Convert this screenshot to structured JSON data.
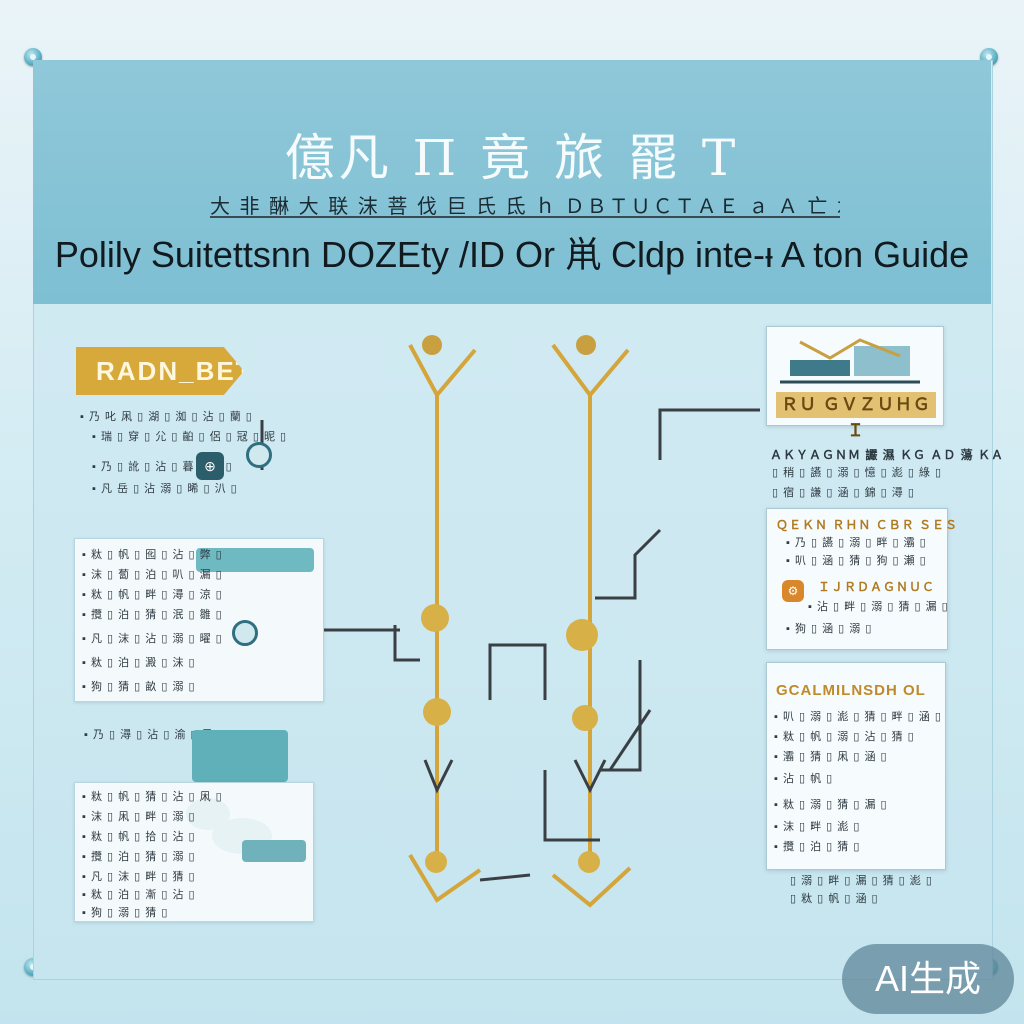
{
  "header": {
    "title": "億凡 Π 竟 旅 罷 Τ",
    "subtitle_cn": "大 非 醂 大 联 沫 菩 伐 巨 氏 氐   ｈ ＤＢＴＵＣＴＡＥ ａ   Ａ 亡 水 残 濾 鍍 瀬 疷",
    "subtitle_en": "Polily Suitettsnn DOZEty /ID Or 鼡 Cldp inte-ᵼ A ton Guide"
  },
  "left": {
    "tag": "RADN_BETA",
    "block1": [
      "▪ 乃 叱 凩 ▯ 湖 ▯ 洳 ▯ 沾 ▯ 蘭 ▯",
      "▪ 瑞 ▯ 穿 ▯ 尣 ▯ 齨 ▯ 侶 ▯ 冦 ▯ 昵 ▯",
      "▪ 乃 ▯ 訛 ▯ 沾 ▯ 暮 ▯ 骸 ▯",
      "▪ 凡 岳 ▯ 沾 溺 ▯ 晞 ▯ 汃 ▯"
    ],
    "card1": [
      "▪ 粏 ▯ 帆 ▯ 囮 ▯ 沾 ▯ 弊 ▯",
      "▪ 沫 ▯ 蔔 ▯ 泊 ▯ 叭 ▯ 漏 ▯",
      "▪ 粏 ▯ 帆 ▯ 畔 ▯ 潯 ▯ 涼 ▯",
      "▪ 攬 ▯ 泊 ▯ 猜 ▯ 泯 ▯ 雛 ▯",
      "▪ 凡 ▯ 沫 ▯ 沾 ▯ 溺 ▯ 曜 ▯",
      "▪ 粏 ▯ 泊 ▯ 澱 ▯ 沫 ▯",
      "▪ 狗 ▯ 猜 ▯ 畝 ▯ 溺 ▯"
    ],
    "block2": [
      "▪ 乃 ▯ 潯 ▯ 沾 ▯ 渝 ▯ 凩 ▯"
    ],
    "card2": [
      "▪ 粏 ▯ 帆 ▯ 猜 ▯ 沾 ▯ 凩 ▯",
      "▪ 沫 ▯ 凩 ▯ 畔 ▯ 溺 ▯",
      "▪ 粏 ▯ 帆 ▯ 拾 ▯ 沾 ▯",
      "▪ 攬 ▯ 泊 ▯ 猜 ▯ 溺 ▯",
      "▪ 凡 ▯ 沫 ▯ 畔 ▯ 猜 ▯",
      "▪ 粏 ▯ 泊 ▯ 漸 ▯ 沾 ▯",
      "▪ 狗 ▯ 溺 ▯ 猜 ▯"
    ]
  },
  "right": {
    "gold_label": "ＲＵ ＧＶＺＵＨＧＩ",
    "card_a_head": "ＡＫＹＡＧＮＭ 讝 濕 ＫＧ ＡＤ 蕩 ＫＡ",
    "card_a_lines": [
      "▯ 稍 ▯ 讌 ▯ 溺 ▯ 憶 ▯ 滮 ▯ 綠 ▯",
      "▯ 宿 ▯ 謙 ▯ 涵 ▯ 錦 ▯ 潯 ▯"
    ],
    "card_b_head": "ＱＥＫＮ ＲＨＮ ＣＢＲ ＳＥＳ",
    "card_b_lines": [
      "▪ 乃 ▯ 讌 ▯ 溺 ▯ 畔 ▯ 灞 ▯",
      "▪ 叭 ▯ 涵 ▯ 猜 ▯ 狗 ▯ 瀬 ▯"
    ],
    "card_b_sub": "ＩＪＲＤＡＧＮＵＣ",
    "card_b_lines2": [
      "▪ 沾 ▯ 畔 ▯ 溺 ▯ 猜 ▯ 漏 ▯",
      "▪ 狗 ▯ 涵 ▯ 溺 ▯"
    ],
    "card_c_head": "GCALMILNSDH OL",
    "card_c_lines": [
      "▪ 叭 ▯ 溺 ▯ 滮 ▯ 猜 ▯ 畔 ▯ 涵 ▯",
      "▪ 粏 ▯ 帆 ▯ 溺 ▯ 沾 ▯ 猜 ▯",
      "▪ 灞 ▯ 猜 ▯ 凩 ▯ 涵 ▯",
      "▪ 沾 ▯ 帆 ▯",
      "▪ 粏 ▯ 溺 ▯ 猜 ▯ 漏 ▯",
      "▪ 沫 ▯ 畔 ▯ 滮 ▯",
      "▪ 攬 ▯ 泊 ▯ 猜 ▯"
    ],
    "footer_lines": [
      "▯ 溺 ▯ 畔 ▯ 漏 ▯ 猜 ▯ 滮 ▯",
      "▯ 粏 ▯ 帆 ▯ 涵 ▯"
    ]
  },
  "badge": {
    "label": "AI生成"
  },
  "colors": {
    "header": "#7ebfd3",
    "gold": "#d7a93a",
    "line": "#3a3f44"
  }
}
